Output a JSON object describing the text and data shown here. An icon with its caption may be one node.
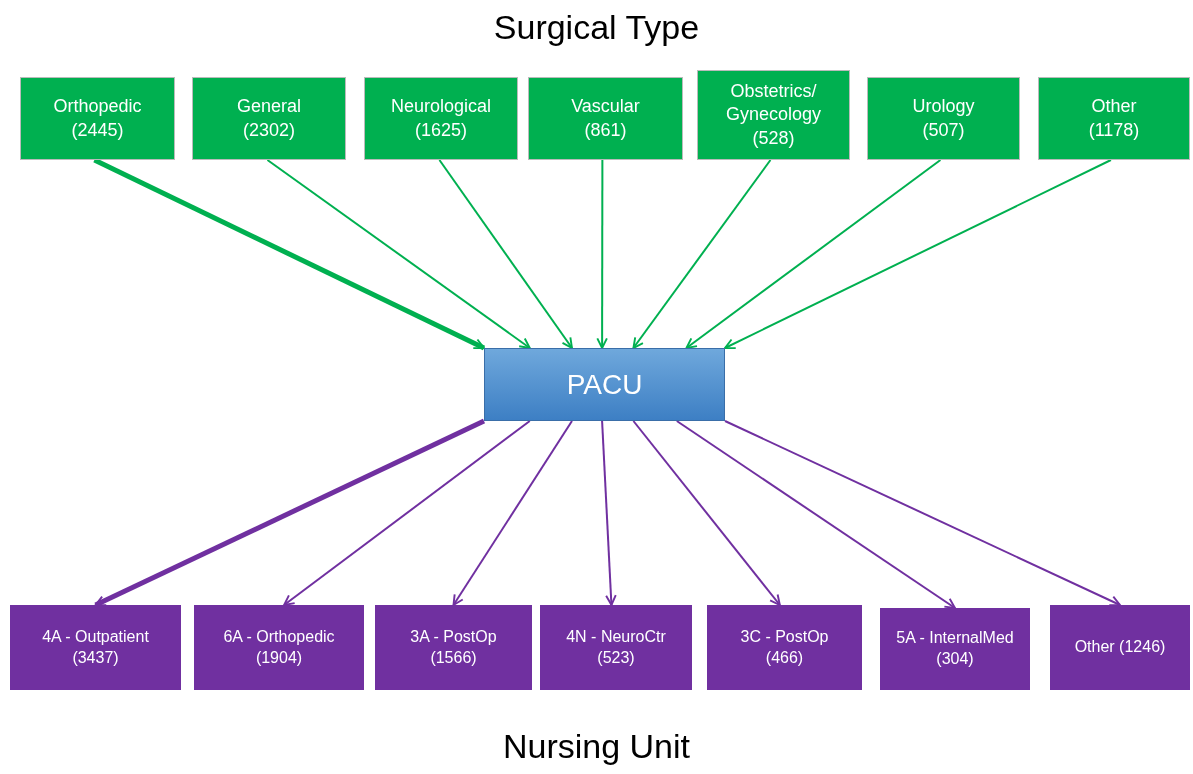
{
  "diagram": {
    "title": "Surgical Type",
    "caption": "Nursing Unit",
    "nodes": [
      {
        "text": [
          "Orthopedic (2445)"
        ]
      },
      {
        "text": [
          "General (2302)"
        ]
      },
      {
        "text": [
          "Neurological (1625)"
        ]
      },
      {
        "text": [
          "Vascular (861)"
        ]
      },
      {
        "text": [
          "Obstetrics/ Gynecology (528)"
        ]
      },
      {
        "text": [
          "Urology (507)"
        ]
      },
      {
        "text": [
          "Other (1178)"
        ]
      },
      {
        "text": [
          "PACU"
        ]
      },
      {
        "text": [
          "4A - Outpatient (3437)"
        ]
      },
      {
        "text": [
          "6A - Orthopedic (1904)"
        ]
      },
      {
        "text": [
          "3A - PostOp (1566)"
        ]
      },
      {
        "text": [
          "4N - NeuroCtr (523)"
        ]
      },
      {
        "text": [
          "3C - PostOp (466)"
        ]
      },
      {
        "text": [
          "5A - InternalMed (304)"
        ]
      },
      {
        "text": [
          "Other (1246)"
        ]
      }
    ],
    "edges": [
      {
        "from": 0,
        "to": 7,
        "arrow": "to",
        "style": "thick",
        "color": "#00b050"
      },
      {
        "from": 1,
        "to": 7,
        "arrow": "to",
        "color": "#00b050"
      },
      {
        "from": 2,
        "to": 7,
        "arrow": "to",
        "color": "#00b050"
      },
      {
        "from": 3,
        "to": 7,
        "arrow": "to",
        "color": "#00b050"
      },
      {
        "from": 4,
        "to": 7,
        "arrow": "to",
        "color": "#00b050"
      },
      {
        "from": 5,
        "to": 7,
        "arrow": "to",
        "color": "#00b050"
      },
      {
        "from": 6,
        "to": 7,
        "arrow": "to",
        "color": "#00b050"
      },
      {
        "from": 7,
        "to": 8,
        "arrow": "to",
        "style": "thick",
        "color": "#7030a0"
      },
      {
        "from": 7,
        "to": 9,
        "arrow": "to",
        "color": "#7030a0"
      },
      {
        "from": 7,
        "to": 10,
        "arrow": "to",
        "color": "#7030a0"
      },
      {
        "from": 7,
        "to": 11,
        "arrow": "to",
        "color": "#7030a0"
      },
      {
        "from": 7,
        "to": 12,
        "arrow": "to",
        "color": "#7030a0"
      },
      {
        "from": 7,
        "to": 13,
        "arrow": "to",
        "color": "#7030a0"
      },
      {
        "from": 7,
        "to": 14,
        "arrow": "to",
        "color": "#7030a0"
      }
    ]
  }
}
